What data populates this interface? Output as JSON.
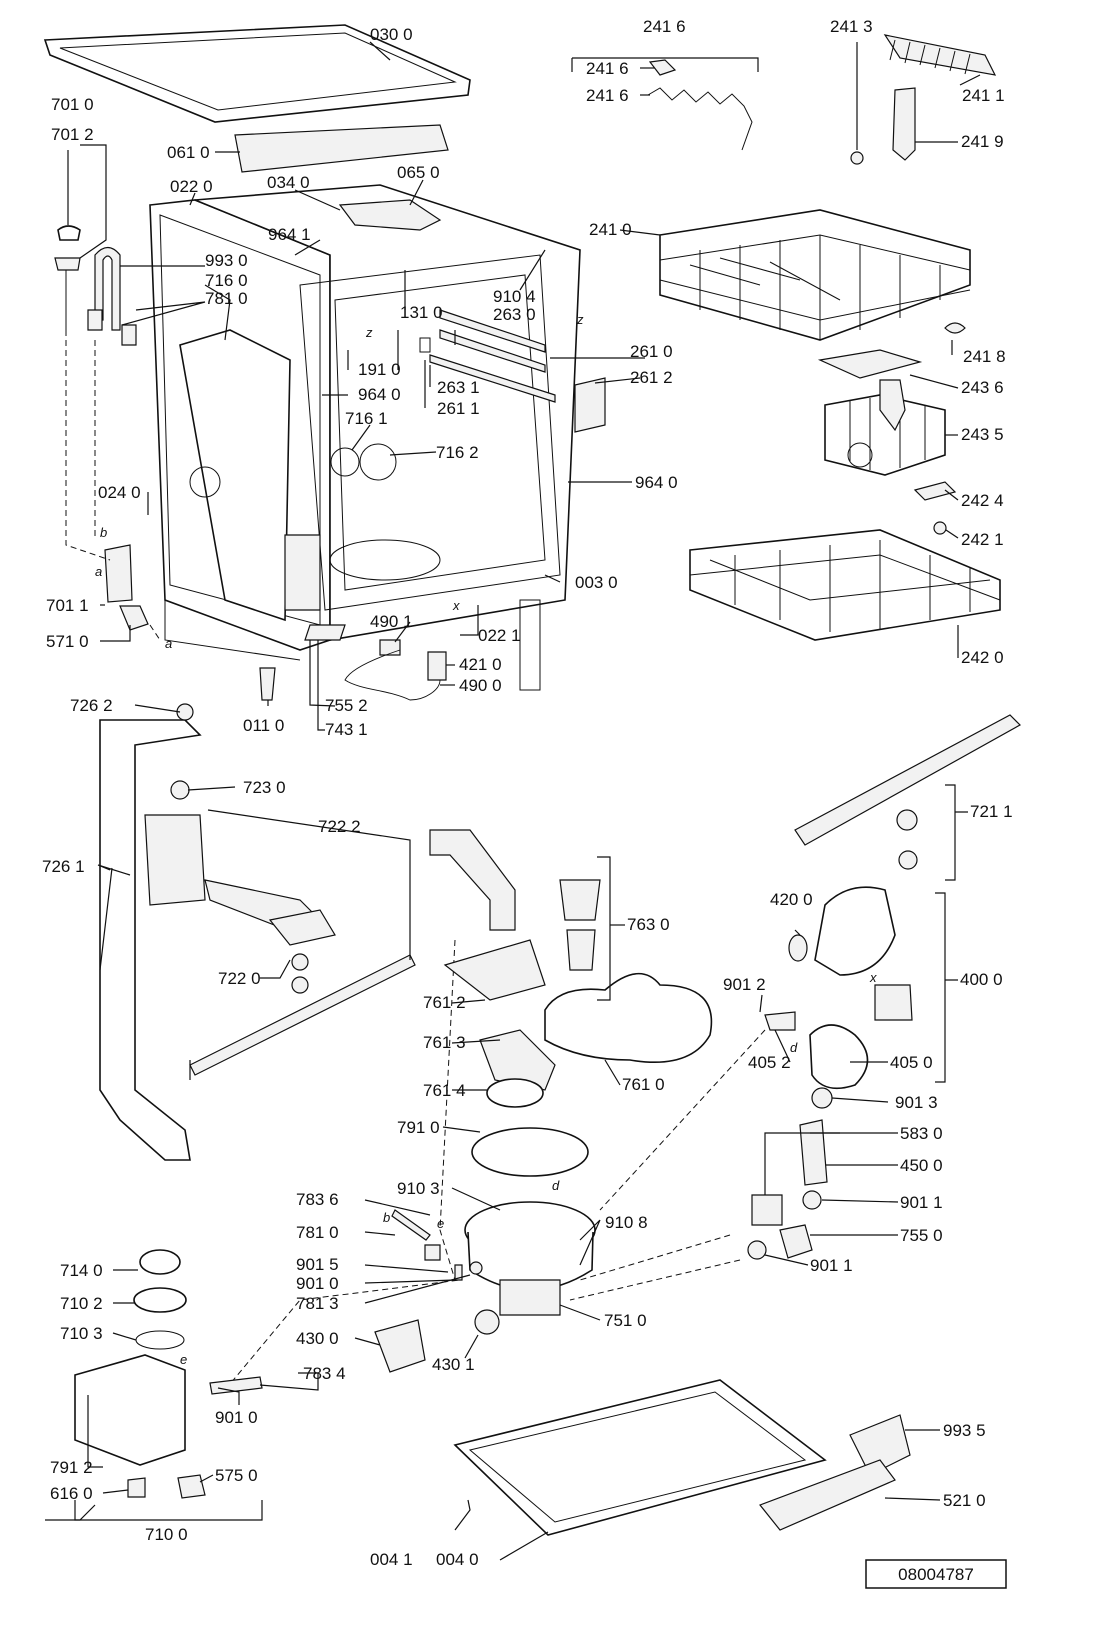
{
  "doc_ref": "08004787",
  "letters": {
    "a": "a",
    "b": "b",
    "d": "d",
    "e": "e",
    "x": "x",
    "z": "z"
  },
  "labels": {
    "p0300": "030 0",
    "p0610": "061 0",
    "p0220": "022 0",
    "p0340": "034 0",
    "p0650": "065 0",
    "p7010": "701 0",
    "p7012": "701 2",
    "p9930": "993 0",
    "p7160": "716 0",
    "p7810a": "781 0",
    "p9641": "964 1",
    "p1310": "131 0",
    "p9104": "910 4",
    "p2630": "263 0",
    "p2610": "261 0",
    "p2612": "261 2",
    "p1910": "191 0",
    "p9640a": "964 0",
    "p2631": "263 1",
    "p2611": "261 1",
    "p7161": "716 1",
    "p7162": "716 2",
    "p9640b": "964 0",
    "p0240": "024 0",
    "p0030": "003 0",
    "p7011": "701 1",
    "p5710": "571 0",
    "p4901": "490 1",
    "p0221": "022 1",
    "p4210": "421 0",
    "p4900": "490 0",
    "p0110": "011 0",
    "p7552": "755 2",
    "p7431": "743 1",
    "p2416a": "241 6",
    "p2416b": "241 6",
    "p2416c": "241 6",
    "p2413": "241 3",
    "p2411": "241 1",
    "p2419": "241 9",
    "p2410": "241 0",
    "p2418": "241 8",
    "p2436": "243 6",
    "p2435": "243 5",
    "p2424": "242 4",
    "p2421": "242 1",
    "p2420": "242 0",
    "p7262": "726 2",
    "p7230": "723 0",
    "p7222": "722 2",
    "p7261": "726 1",
    "p7220": "722 0",
    "p7630": "763 0",
    "p7612": "761 2",
    "p7613": "761 3",
    "p7614": "761 4",
    "p7610": "761 0",
    "p7910": "791 0",
    "p7211": "721 1",
    "p4200": "420 0",
    "p4000": "400 0",
    "p9012": "901 2",
    "p4052": "405 2",
    "p4050": "405 0",
    "p9013": "901 3",
    "p5830": "583 0",
    "p4500": "450 0",
    "p9011a": "901 1",
    "p7550": "755 0",
    "p9011b": "901 1",
    "p7836": "783 6",
    "p9103": "910 3",
    "p9108": "910 8",
    "p7810b": "781 0",
    "p9015": "901 5",
    "p9010a": "901 0",
    "p7813": "781 3",
    "p7510": "751 0",
    "p4300": "430 0",
    "p4301": "430 1",
    "p7140": "714 0",
    "p7102": "710 2",
    "p7103": "710 3",
    "p7834": "783 4",
    "p9010b": "901 0",
    "p7912": "791 2",
    "p6160": "616 0",
    "p5750": "575 0",
    "p7100": "710 0",
    "p9935": "993 5",
    "p5210": "521 0",
    "p0041": "004 1",
    "p0040": "004 0"
  }
}
